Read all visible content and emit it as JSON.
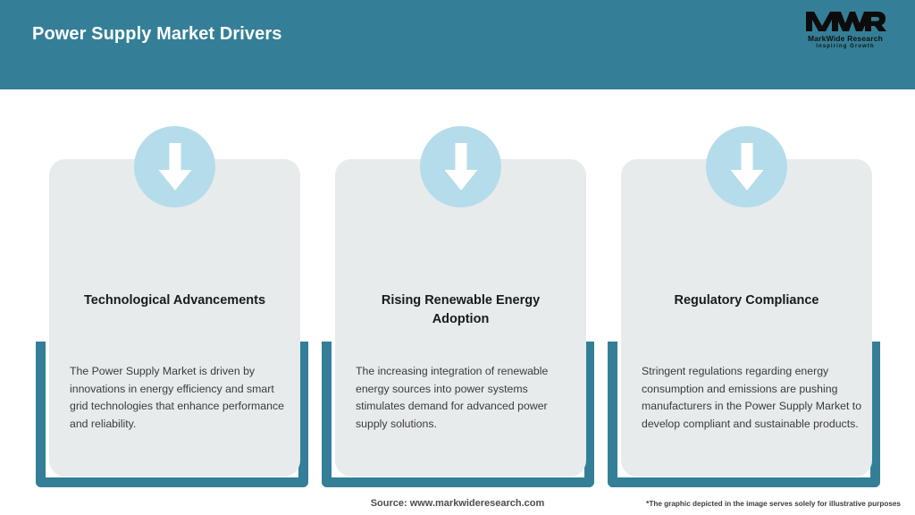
{
  "header": {
    "title": "Power Supply Market Drivers",
    "background_color": "#347f97",
    "title_color": "#ffffff"
  },
  "logo": {
    "mark": "MWR",
    "name": "MarkWide Research",
    "tagline": "Inspiring Growth"
  },
  "theme": {
    "accent_teal": "#347f97",
    "card_grey": "#e8ebec",
    "circle_blue": "#b5dcea",
    "arrow_white": "#ffffff"
  },
  "cards": [
    {
      "icon": "arrow-down-icon",
      "title": "Technological Advancements",
      "body": "The Power Supply Market is driven by innovations in energy efficiency and smart grid technologies that enhance performance and reliability."
    },
    {
      "icon": "arrow-down-icon",
      "title": "Rising Renewable Energy Adoption",
      "body": "The increasing integration of renewable energy sources into power systems stimulates demand for advanced power supply solutions."
    },
    {
      "icon": "arrow-down-icon",
      "title": "Regulatory Compliance",
      "body": "Stringent regulations regarding energy consumption and emissions are pushing manufacturers in the Power Supply Market to develop compliant and sustainable products."
    }
  ],
  "footer": {
    "source": "Source: www.markwideresearch.com",
    "disclaimer": "*The graphic depicted in the image serves solely for illustrative purposes"
  }
}
